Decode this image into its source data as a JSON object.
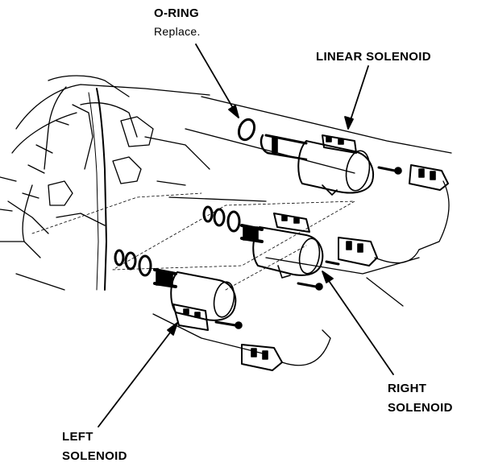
{
  "labels": {
    "oring": "O-RING",
    "oring_note": "Replace.",
    "linear": "LINEAR SOLENOID",
    "right_line1": "RIGHT",
    "right_line2": "SOLENOID",
    "left_line1": "LEFT",
    "left_line2": "SOLENOID"
  },
  "colors": {
    "ink": "#000000",
    "paper": "#ffffff"
  }
}
